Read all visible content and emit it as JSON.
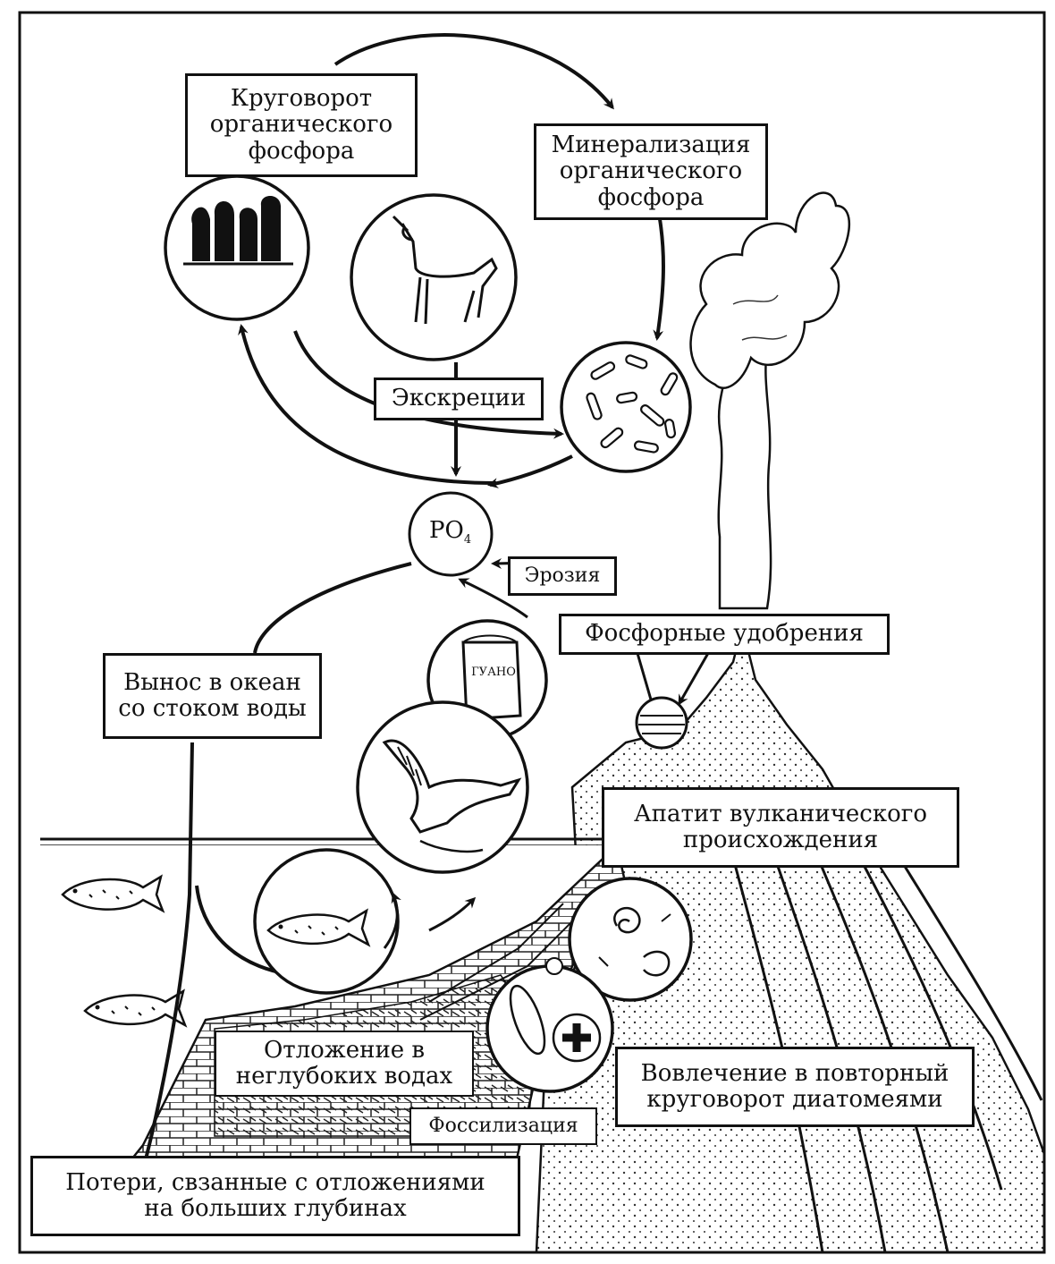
{
  "diagram": {
    "labels": {
      "organic_cycle": [
        "Круговорот",
        "органического",
        "фосфора"
      ],
      "mineralization": [
        "Минерализация",
        "органического",
        "фосфора"
      ],
      "excretion": "Экскреции",
      "phosphate": "PO",
      "phosphate_subscript": "4",
      "erosion": "Эрозия",
      "fertilizers": "Фосфорные удобрения",
      "runoff": [
        "Вынос в океан",
        "со стоком воды"
      ],
      "guano": "ГУАНО",
      "apatite": [
        "Апатит вулканического",
        "происхождения"
      ],
      "shallow_deposit": [
        "Отложение в",
        "неглубоких водах"
      ],
      "diatoms": [
        "Вовлечение в повторный",
        "круговорот диатомеями"
      ],
      "fossilization": "Фоссилизация",
      "deep_losses": [
        "Потери, свзанные с отложениями",
        "на больших глубинах"
      ]
    },
    "icons": [
      "trees-icon",
      "deer-icon",
      "bacteria-icon",
      "guano-sack-icon",
      "seabird-icon",
      "fish-icon",
      "fossils-icon",
      "diatom-icon",
      "volcano-icon",
      "apatite-icon"
    ],
    "colors": {
      "ink": "#111111",
      "paper": "#ffffff"
    }
  }
}
